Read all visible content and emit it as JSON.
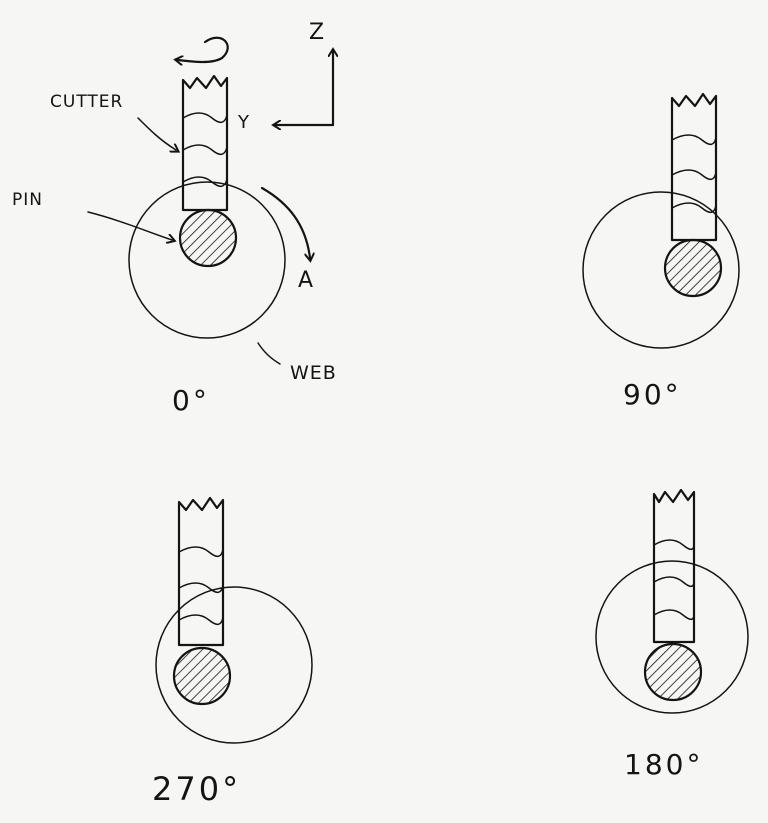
{
  "labels": {
    "z": "Z",
    "y": "Y",
    "a": "A",
    "cutter": "CUTTER",
    "pin": "PIN",
    "web": "WEB"
  },
  "positions": [
    {
      "angle": "0°"
    },
    {
      "angle": "90°"
    },
    {
      "angle": "270°"
    },
    {
      "angle": "180°"
    }
  ],
  "colors": {
    "ink": "#141414",
    "paper": "#f6f6f4"
  }
}
